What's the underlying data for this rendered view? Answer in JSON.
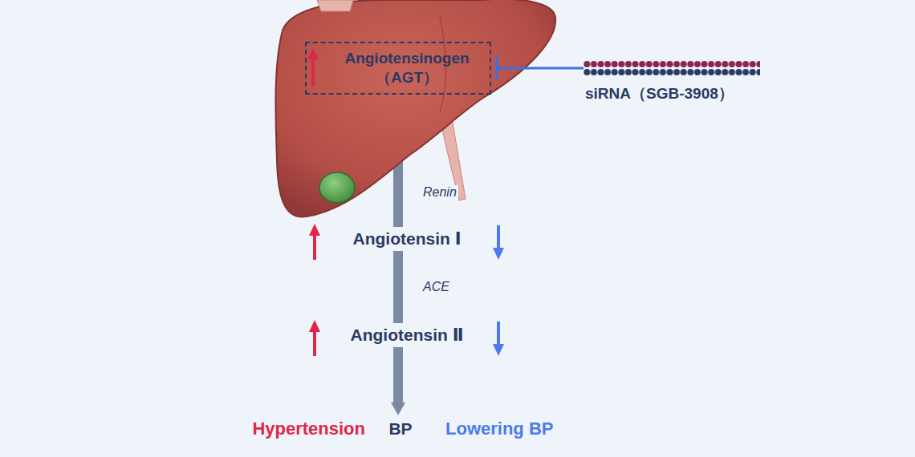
{
  "diagram": {
    "nodes": [
      {
        "text": [
          "Angiotensinogen （AGT）"
        ]
      },
      {
        "text": [
          "siRNA（SGB-3908）"
        ]
      },
      {
        "text": [
          "Angiotensin Ⅰ"
        ]
      },
      {
        "text": [
          "Angiotensin Ⅱ"
        ]
      },
      {
        "text": [
          "BP"
        ]
      }
    ],
    "edges": [
      {
        "from": 1,
        "to": 0,
        "arrow": "to"
      },
      {
        "from": 0,
        "to": 2,
        "label": "Renin",
        "arrow": "none"
      },
      {
        "from": 2,
        "to": 3,
        "label": "ACE",
        "arrow": "none"
      },
      {
        "from": 3,
        "to": 4,
        "arrow": "to"
      }
    ],
    "labels": [
      "Hypertension",
      "Lowering BP"
    ]
  }
}
